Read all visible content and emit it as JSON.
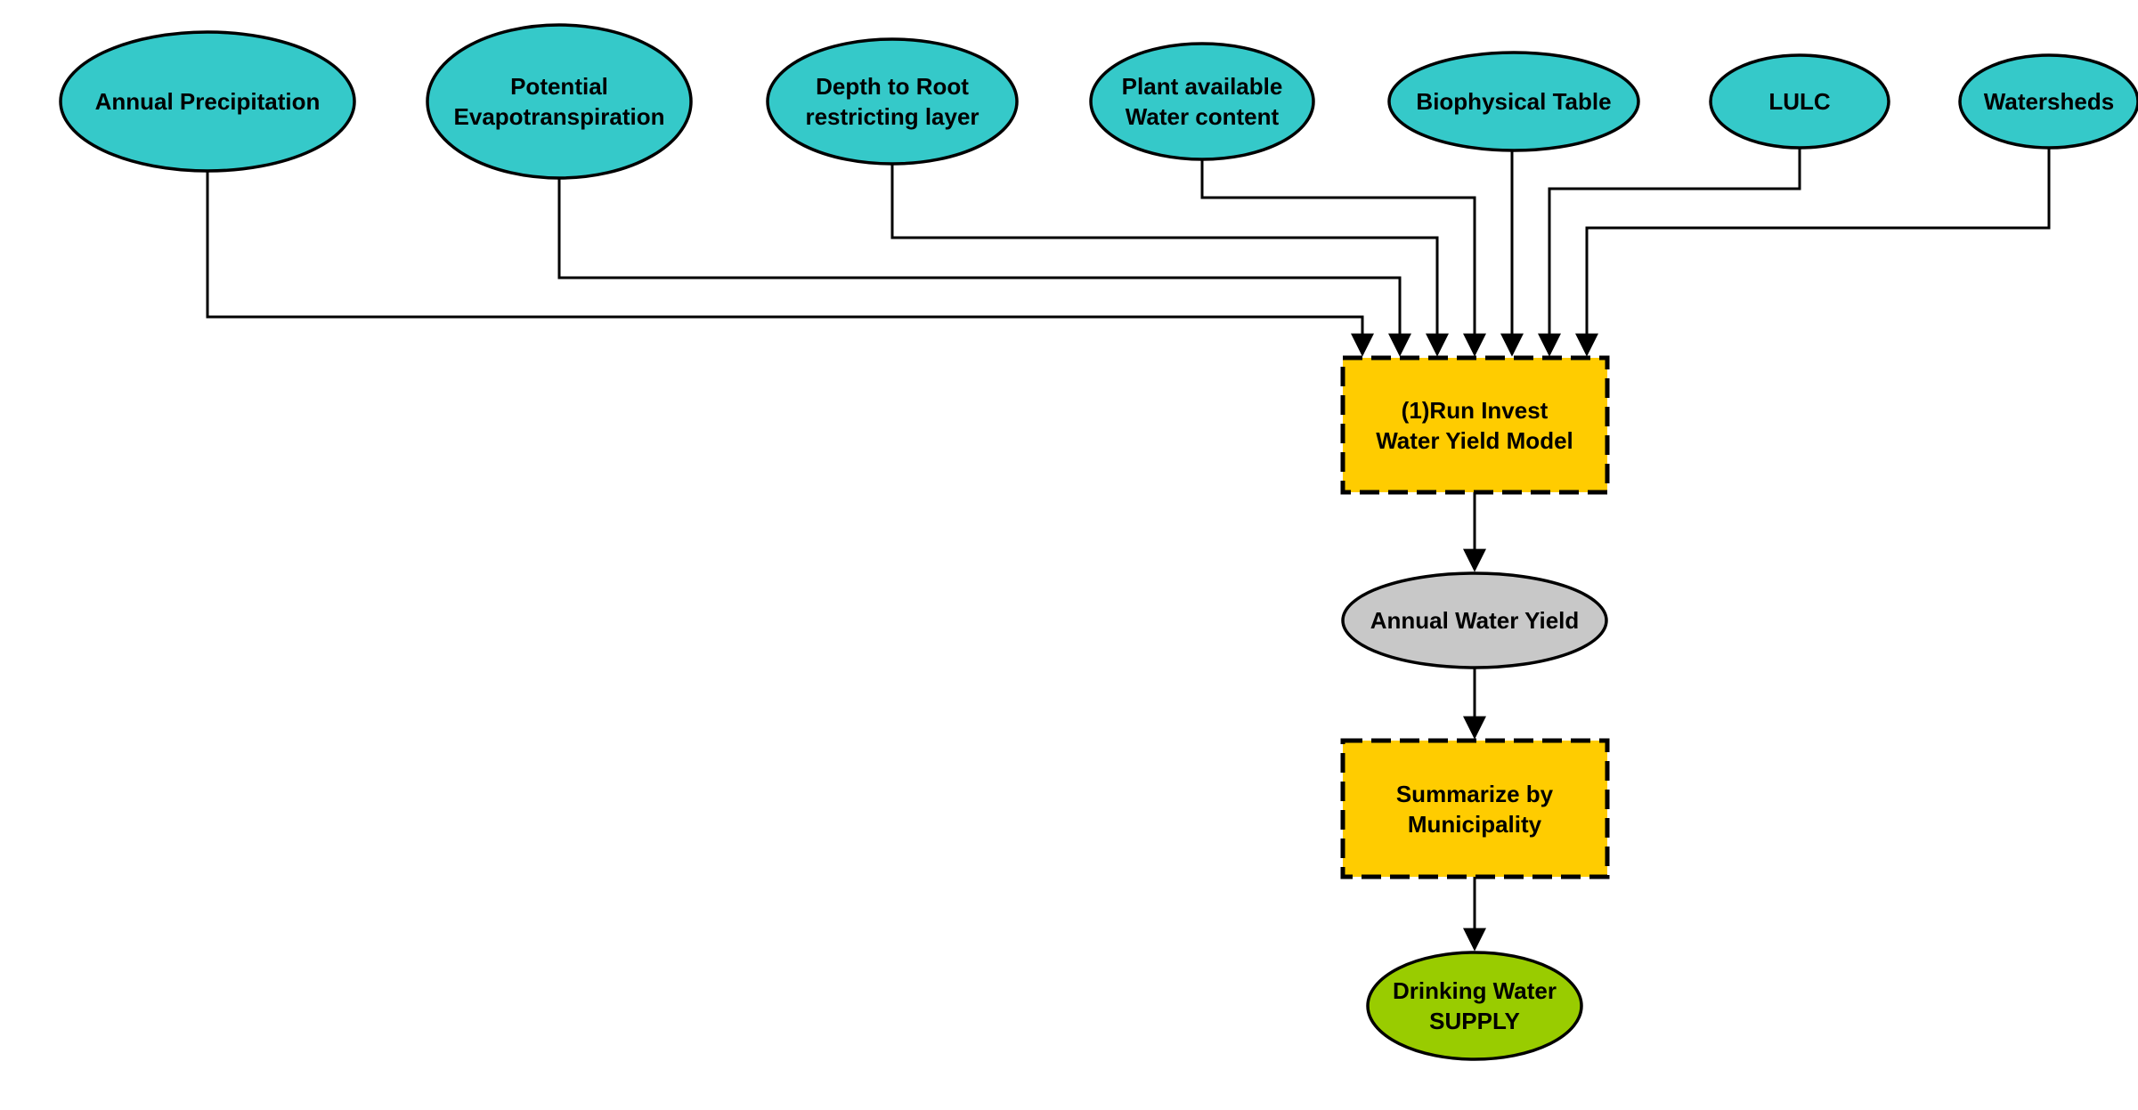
{
  "colors": {
    "input": "#35c9c9",
    "process": "#ffcc00",
    "intermediate": "#c8c8c8",
    "output": "#99cc00",
    "stroke": "#000000"
  },
  "inputs": [
    {
      "id": "annual-precipitation",
      "lines": [
        "Annual Precipitation"
      ]
    },
    {
      "id": "potential-evapotranspiration",
      "lines": [
        "Potential",
        "Evapotranspiration"
      ]
    },
    {
      "id": "depth-to-root",
      "lines": [
        "Depth to Root",
        "restricting layer"
      ]
    },
    {
      "id": "plant-available-water",
      "lines": [
        "Plant available",
        "Water content"
      ]
    },
    {
      "id": "biophysical-table",
      "lines": [
        "Biophysical Table"
      ]
    },
    {
      "id": "lulc",
      "lines": [
        "LULC"
      ]
    },
    {
      "id": "watersheds",
      "lines": [
        "Watersheds"
      ]
    }
  ],
  "process_1": {
    "lines": [
      "(1)Run Invest",
      "Water Yield Model"
    ]
  },
  "intermediate": {
    "lines": [
      "Annual Water Yield"
    ]
  },
  "process_2": {
    "lines": [
      "Summarize by",
      "Municipality"
    ]
  },
  "output": {
    "lines": [
      "Drinking Water",
      "SUPPLY"
    ]
  }
}
